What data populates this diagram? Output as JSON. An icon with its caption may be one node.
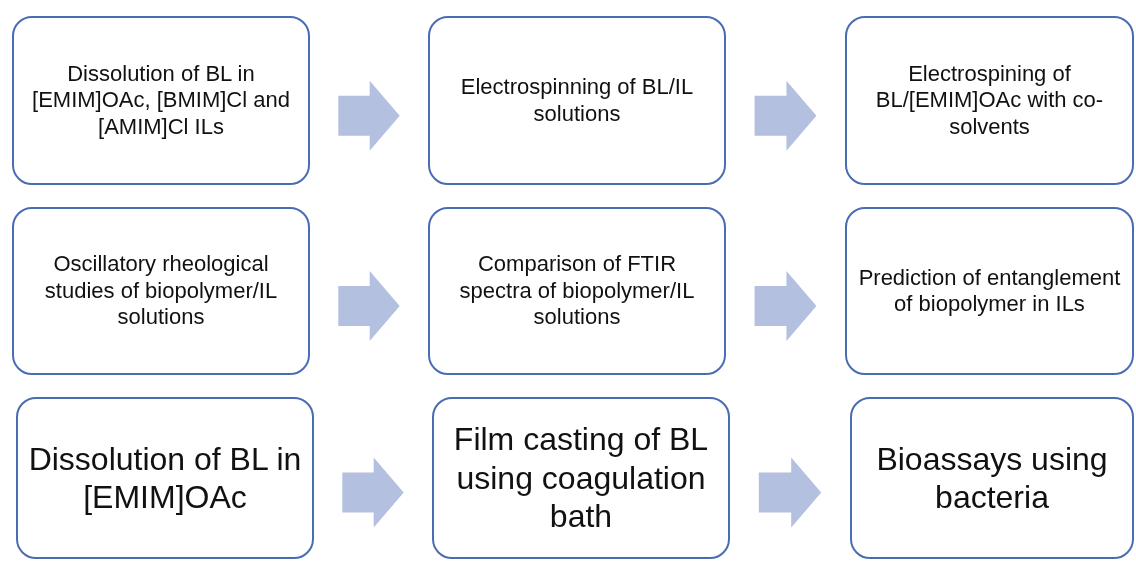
{
  "diagram": {
    "nodes": [
      {
        "text": [
          "Dissolution of BL in [EMIM]OAc, [BMIM]Cl and [AMIM]Cl ILs"
        ]
      },
      {
        "text": [
          "Electrospinning of BL/IL solutions"
        ]
      },
      {
        "text": [
          "Electrospining of BL/[EMIM]OAc with co-solvents"
        ]
      },
      {
        "text": [
          "Oscillatory rheological studies of biopolymer/IL solutions"
        ]
      },
      {
        "text": [
          "Comparison of FTIR spectra of biopolymer/IL solutions"
        ]
      },
      {
        "text": [
          "Prediction of entanglement of biopolymer in ILs"
        ]
      },
      {
        "text": [
          "Dissolution of BL in [EMIM]OAc"
        ]
      },
      {
        "text": [
          "Film casting of BL using coagulation bath"
        ]
      },
      {
        "text": [
          "Bioassays using bacteria"
        ]
      }
    ],
    "edges": [
      {
        "from": 0,
        "to": 1,
        "arrow": "to"
      },
      {
        "from": 1,
        "to": 2,
        "arrow": "to"
      },
      {
        "from": 3,
        "to": 4,
        "arrow": "to"
      },
      {
        "from": 4,
        "to": 5,
        "arrow": "to"
      },
      {
        "from": 6,
        "to": 7,
        "arrow": "to"
      },
      {
        "from": 7,
        "to": 8,
        "arrow": "to"
      }
    ]
  }
}
